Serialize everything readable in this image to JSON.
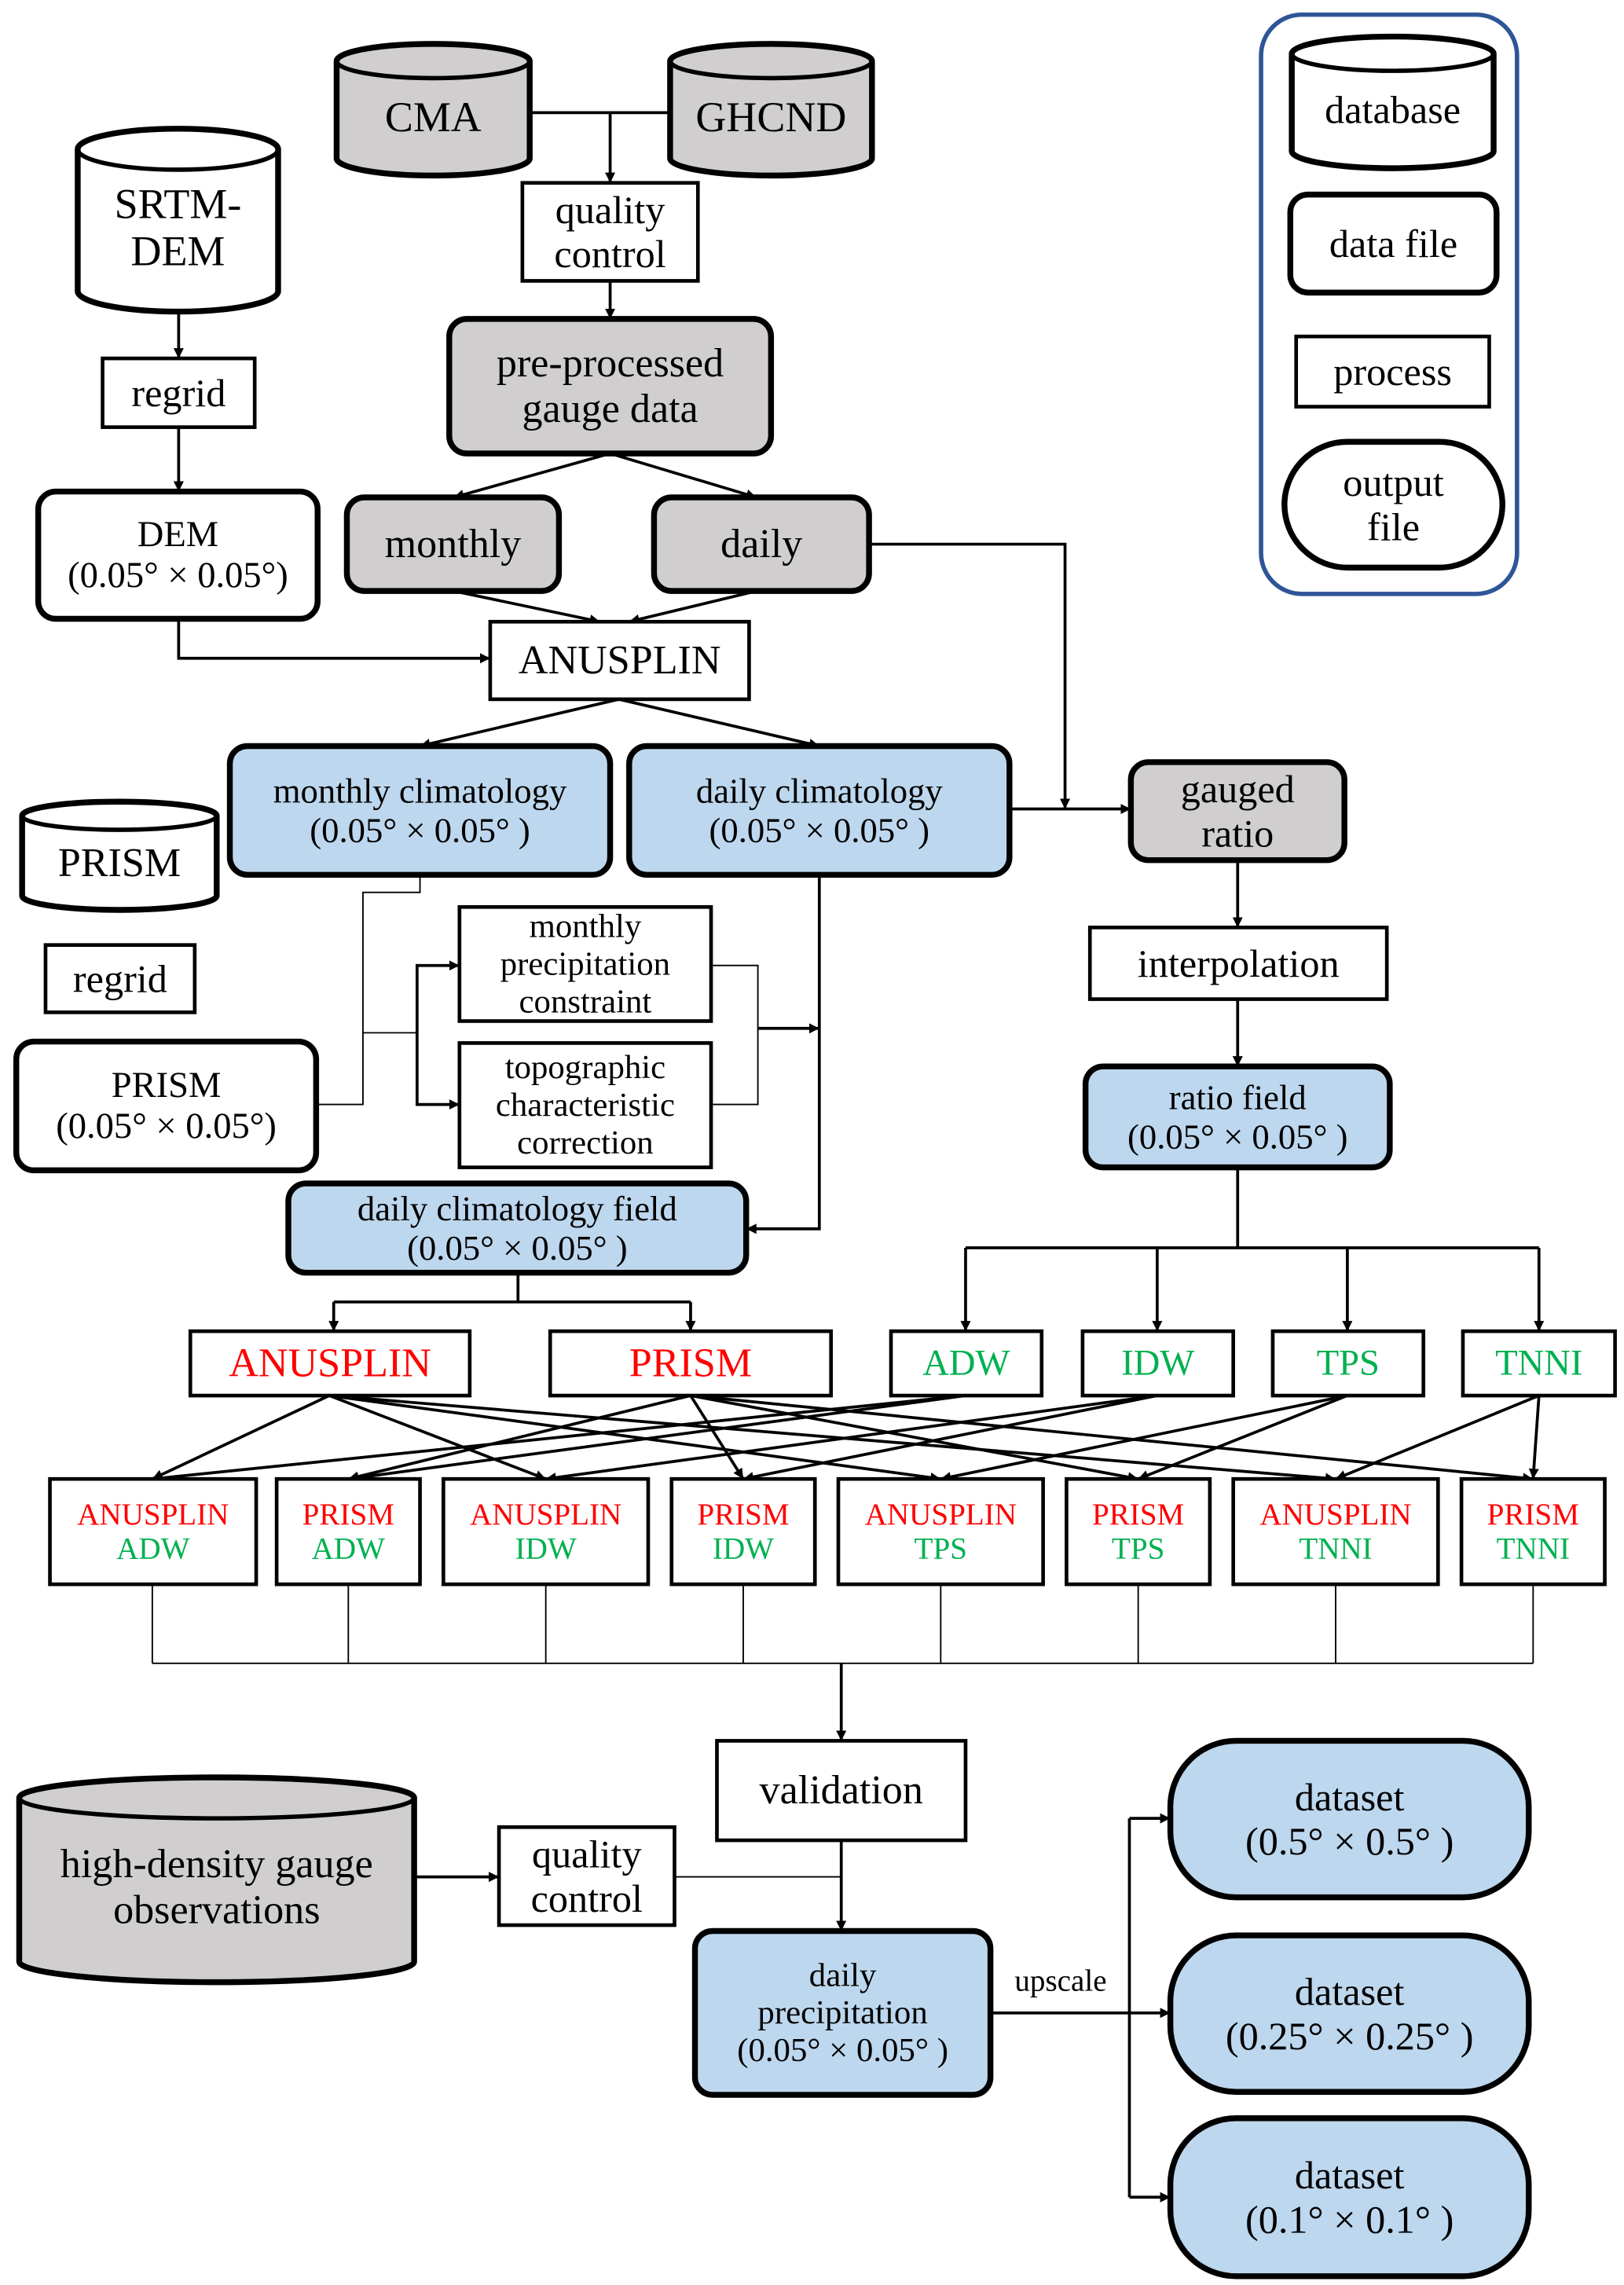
{
  "colors": {
    "gray_fill": "#d0cece",
    "blue_fill": "#bdd7ee",
    "red": "#ff0000",
    "green": "#00b050",
    "legend_border": "#2f5597"
  },
  "nodes": {
    "cma": {
      "lines": [
        "CMA"
      ],
      "shape": "database",
      "fill": "gray"
    },
    "ghcnd": {
      "lines": [
        "GHCND"
      ],
      "shape": "database",
      "fill": "gray"
    },
    "qc1": {
      "lines": [
        "quality",
        "control"
      ],
      "shape": "process"
    },
    "preprocessed": {
      "lines": [
        "pre-processed",
        "gauge data"
      ],
      "shape": "data-file",
      "fill": "gray"
    },
    "monthly": {
      "lines": [
        "monthly"
      ],
      "shape": "data-file",
      "fill": "gray"
    },
    "daily": {
      "lines": [
        "daily"
      ],
      "shape": "data-file",
      "fill": "gray"
    },
    "srtm": {
      "lines": [
        "SRTM-",
        "DEM"
      ],
      "shape": "database"
    },
    "regrid1": {
      "lines": [
        "regrid"
      ],
      "shape": "process"
    },
    "dem": {
      "lines": [
        "DEM",
        "(0.05° × 0.05°)"
      ],
      "shape": "data-file"
    },
    "anusplin_proc": {
      "lines": [
        "ANUSPLIN"
      ],
      "shape": "process"
    },
    "monthly_clim": {
      "lines": [
        "monthly climatology",
        "(0.05° × 0.05° )"
      ],
      "shape": "data-file",
      "fill": "blue"
    },
    "daily_clim": {
      "lines": [
        "daily climatology",
        "(0.05° × 0.05° )"
      ],
      "shape": "data-file",
      "fill": "blue"
    },
    "gauged_ratio": {
      "lines": [
        "gauged",
        "ratio"
      ],
      "shape": "data-file",
      "fill": "gray"
    },
    "prism_db": {
      "lines": [
        "PRISM"
      ],
      "shape": "database"
    },
    "regrid2": {
      "lines": [
        "regrid"
      ],
      "shape": "process"
    },
    "prism_file": {
      "lines": [
        "PRISM",
        "(0.05° × 0.05°)"
      ],
      "shape": "data-file"
    },
    "constraint": {
      "lines": [
        "monthly",
        "precipitation",
        "constraint"
      ],
      "shape": "process"
    },
    "topo": {
      "lines": [
        "topographic",
        "characteristic",
        "correction"
      ],
      "shape": "process"
    },
    "dcf": {
      "lines": [
        "daily climatology field",
        "(0.05° × 0.05° )"
      ],
      "shape": "data-file",
      "fill": "blue"
    },
    "interp": {
      "lines": [
        "interpolation"
      ],
      "shape": "process"
    },
    "ratio_field": {
      "lines": [
        "ratio field",
        "(0.05° × 0.05° )"
      ],
      "shape": "data-file",
      "fill": "blue"
    },
    "m_anusplin": {
      "lines": [
        "ANUSPLIN"
      ],
      "colors": [
        "red"
      ],
      "shape": "process"
    },
    "m_prism": {
      "lines": [
        "PRISM"
      ],
      "colors": [
        "red"
      ],
      "shape": "process"
    },
    "m_adw": {
      "lines": [
        "ADW"
      ],
      "colors": [
        "green"
      ],
      "shape": "process"
    },
    "m_idw": {
      "lines": [
        "IDW"
      ],
      "colors": [
        "green"
      ],
      "shape": "process"
    },
    "m_tps": {
      "lines": [
        "TPS"
      ],
      "colors": [
        "green"
      ],
      "shape": "process"
    },
    "m_tnni": {
      "lines": [
        "TNNI"
      ],
      "colors": [
        "green"
      ],
      "shape": "process"
    },
    "c_aa": {
      "lines": [
        "ANUSPLIN",
        "ADW"
      ],
      "colors": [
        "red",
        "green"
      ],
      "shape": "process"
    },
    "c_pa": {
      "lines": [
        "PRISM",
        "ADW"
      ],
      "colors": [
        "red",
        "green"
      ],
      "shape": "process"
    },
    "c_ai": {
      "lines": [
        "ANUSPLIN",
        "IDW"
      ],
      "colors": [
        "red",
        "green"
      ],
      "shape": "process"
    },
    "c_pi": {
      "lines": [
        "PRISM",
        "IDW"
      ],
      "colors": [
        "red",
        "green"
      ],
      "shape": "process"
    },
    "c_at": {
      "lines": [
        "ANUSPLIN",
        "TPS"
      ],
      "colors": [
        "red",
        "green"
      ],
      "shape": "process"
    },
    "c_pt": {
      "lines": [
        "PRISM",
        "TPS"
      ],
      "colors": [
        "red",
        "green"
      ],
      "shape": "process"
    },
    "c_an": {
      "lines": [
        "ANUSPLIN",
        "TNNI"
      ],
      "colors": [
        "red",
        "green"
      ],
      "shape": "process"
    },
    "c_pn": {
      "lines": [
        "PRISM",
        "TNNI"
      ],
      "colors": [
        "red",
        "green"
      ],
      "shape": "process"
    },
    "validation": {
      "lines": [
        "validation"
      ],
      "shape": "process"
    },
    "highdensity": {
      "lines": [
        "high-density gauge",
        "observations"
      ],
      "shape": "database",
      "fill": "gray"
    },
    "qc2": {
      "lines": [
        "quality",
        "control"
      ],
      "shape": "process"
    },
    "daily_precip": {
      "lines": [
        "daily",
        "precipitation",
        "(0.05° × 0.05° )"
      ],
      "shape": "data-file",
      "fill": "blue"
    },
    "ds05": {
      "lines": [
        "dataset",
        "(0.5° × 0.5° )"
      ],
      "shape": "output-file",
      "fill": "blue"
    },
    "ds025": {
      "lines": [
        "dataset",
        "(0.25° × 0.25° )"
      ],
      "shape": "output-file",
      "fill": "blue"
    },
    "ds01": {
      "lines": [
        "dataset",
        "(0.1° × 0.1° )"
      ],
      "shape": "output-file",
      "fill": "blue"
    },
    "lg_database": {
      "lines": [
        "database"
      ],
      "shape": "database"
    },
    "lg_datafile": {
      "lines": [
        "data file"
      ],
      "shape": "data-file"
    },
    "lg_process": {
      "lines": [
        "process"
      ],
      "shape": "process"
    },
    "lg_output": {
      "lines": [
        "output",
        "file"
      ],
      "shape": "output-file"
    }
  },
  "edge_labels": {
    "upscale": "upscale"
  }
}
